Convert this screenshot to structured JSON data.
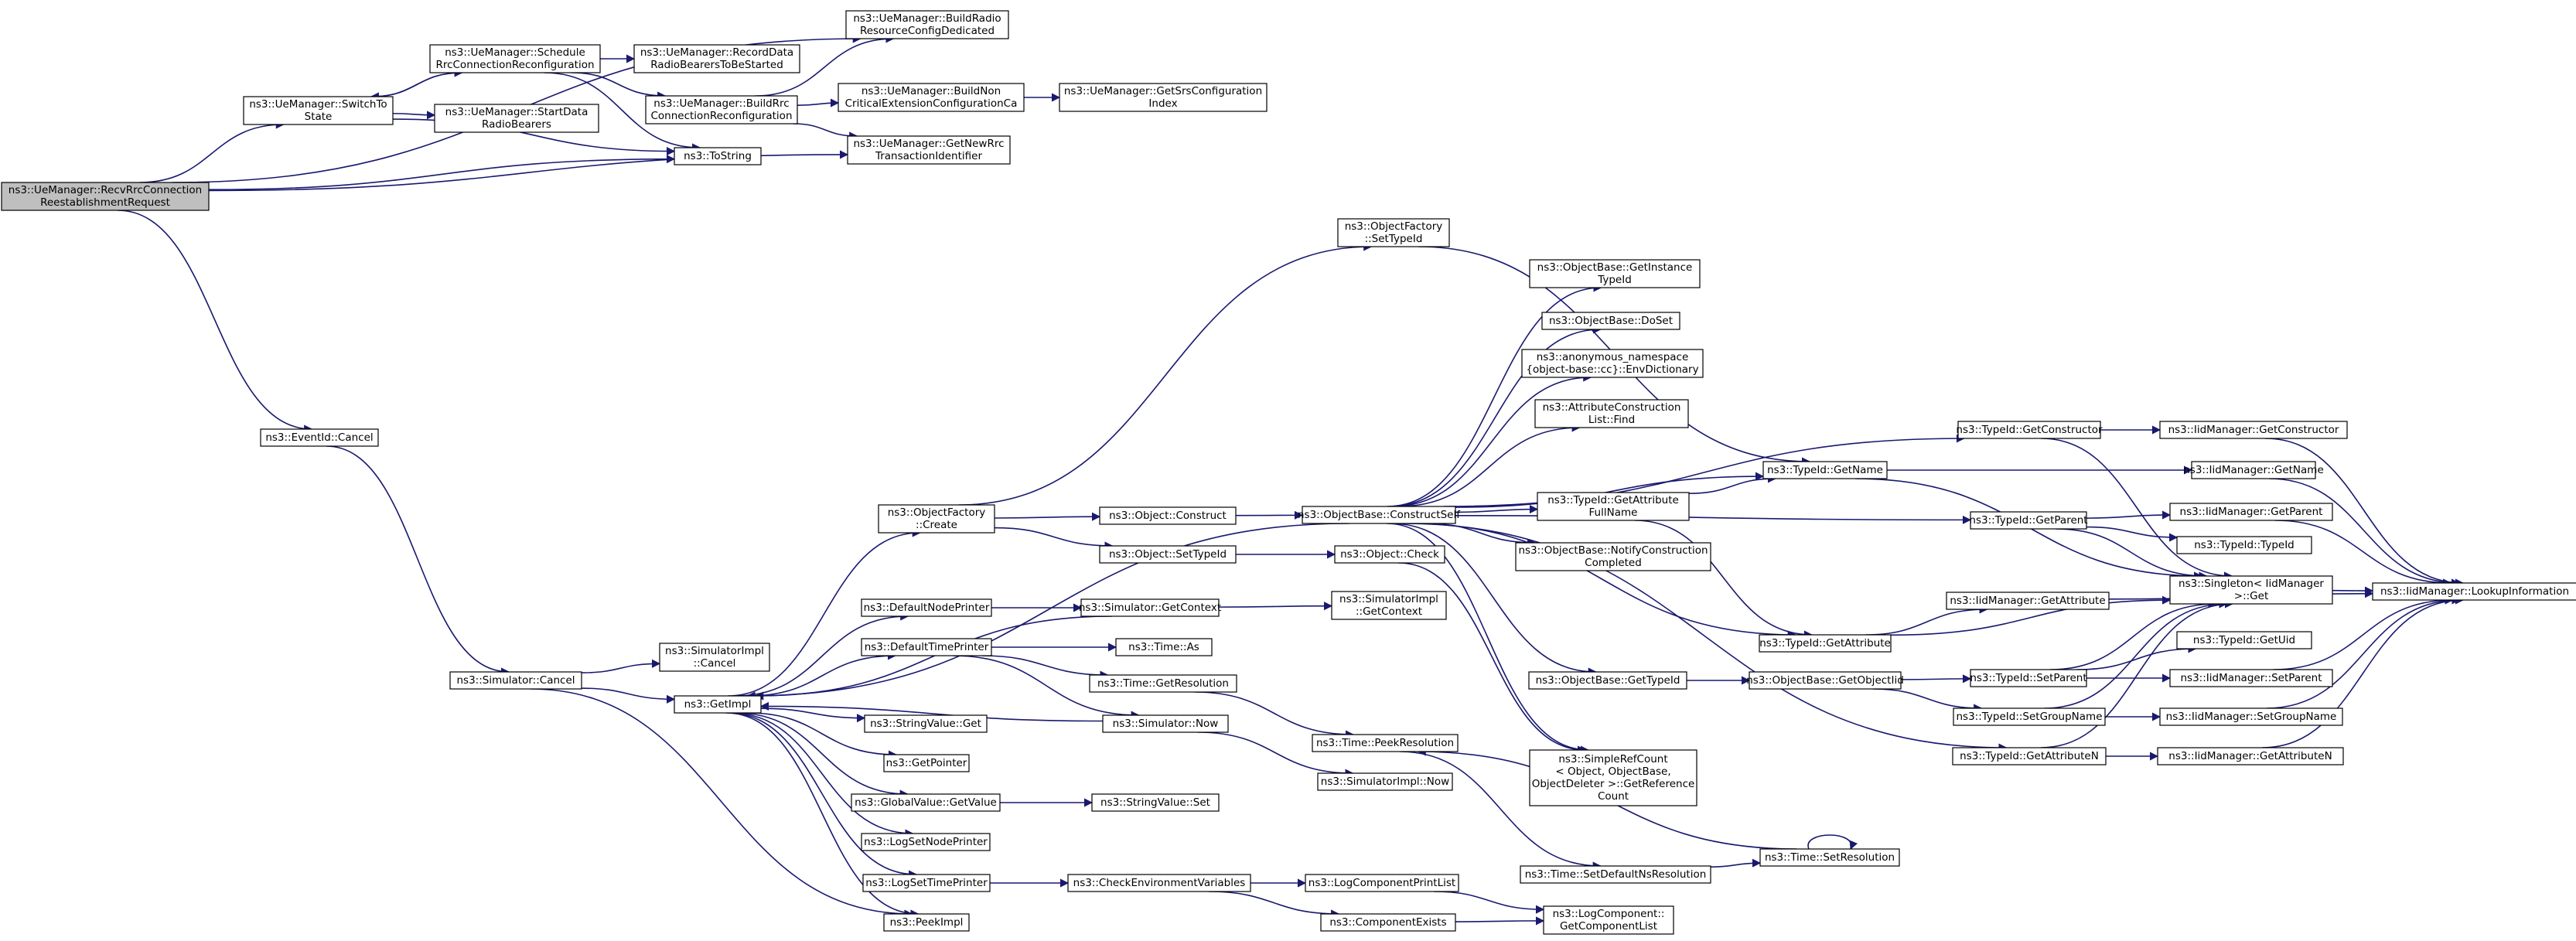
{
  "diagram": {
    "nodes": [
      {
        "id": "recv",
        "lines": [
          "ns3::UeManager::RecvRrcConnection",
          "ReestablishmentRequest"
        ],
        "root": true
      },
      {
        "id": "switch",
        "lines": [
          "ns3::UeManager::SwitchTo",
          "State"
        ]
      },
      {
        "id": "schedule",
        "lines": [
          "ns3::UeManager::Schedule",
          "RrcConnectionReconfiguration"
        ]
      },
      {
        "id": "recorddata",
        "lines": [
          "ns3::UeManager::RecordData",
          "RadioBearersToBeStarted"
        ]
      },
      {
        "id": "startdata",
        "lines": [
          "ns3::UeManager::StartData",
          "RadioBearers"
        ]
      },
      {
        "id": "buildradio",
        "lines": [
          "ns3::UeManager::BuildRadio",
          "ResourceConfigDedicated"
        ]
      },
      {
        "id": "buildrrc",
        "lines": [
          "ns3::UeManager::BuildRrc",
          "ConnectionReconfiguration"
        ]
      },
      {
        "id": "buildnon",
        "lines": [
          "ns3::UeManager::BuildNon",
          "CriticalExtensionConfigurationCa"
        ]
      },
      {
        "id": "getsrs",
        "lines": [
          "ns3::UeManager::GetSrsConfiguration",
          "Index"
        ]
      },
      {
        "id": "tostring",
        "lines": [
          "ns3::ToString"
        ]
      },
      {
        "id": "getnewrrc",
        "lines": [
          "ns3::UeManager::GetNewRrc",
          "TransactionIdentifier"
        ]
      },
      {
        "id": "eventcancel",
        "lines": [
          "ns3::EventId::Cancel"
        ]
      },
      {
        "id": "simcancel",
        "lines": [
          "ns3::Simulator::Cancel"
        ]
      },
      {
        "id": "simimplcancel",
        "lines": [
          "ns3::SimulatorImpl",
          "::Cancel"
        ]
      },
      {
        "id": "getimpl",
        "lines": [
          "ns3::GetImpl"
        ]
      },
      {
        "id": "objfactcreate",
        "lines": [
          "ns3::ObjectFactory",
          "::Create"
        ]
      },
      {
        "id": "objfactsettypeid",
        "lines": [
          "ns3::ObjectFactory",
          "::SetTypeId"
        ]
      },
      {
        "id": "objconstruct",
        "lines": [
          "ns3::Object::Construct"
        ]
      },
      {
        "id": "objsettypeid",
        "lines": [
          "ns3::Object::SetTypeId"
        ]
      },
      {
        "id": "objcheck",
        "lines": [
          "ns3::Object::Check"
        ]
      },
      {
        "id": "constructself",
        "lines": [
          "ns3::ObjectBase::ConstructSelf"
        ]
      },
      {
        "id": "getinstancetypeid",
        "lines": [
          "ns3::ObjectBase::GetInstance",
          "TypeId"
        ]
      },
      {
        "id": "doset",
        "lines": [
          "ns3::ObjectBase::DoSet"
        ]
      },
      {
        "id": "envdict",
        "lines": [
          "ns3::anonymous_namespace",
          "{object-base::cc}::EnvDictionary"
        ]
      },
      {
        "id": "attrfind",
        "lines": [
          "ns3::AttributeConstruction",
          "List::Find"
        ]
      },
      {
        "id": "getattrfullname",
        "lines": [
          "ns3::TypeId::GetAttribute",
          "FullName"
        ]
      },
      {
        "id": "notifyconstruction",
        "lines": [
          "ns3::ObjectBase::NotifyConstruction",
          "Completed"
        ]
      },
      {
        "id": "obgettypeid",
        "lines": [
          "ns3::ObjectBase::GetTypeId"
        ]
      },
      {
        "id": "simplerefcount",
        "lines": [
          "ns3::SimpleRefCount",
          "< Object, ObjectBase,",
          "ObjectDeleter >::GetReference",
          "Count"
        ]
      },
      {
        "id": "tidgetname",
        "lines": [
          "ns3::TypeId::GetName"
        ]
      },
      {
        "id": "tidgetattribute",
        "lines": [
          "ns3::TypeId::GetAttribute"
        ]
      },
      {
        "id": "getobjecttid",
        "lines": [
          "ns3::ObjectBase::GetObjectIid"
        ]
      },
      {
        "id": "tidgetconstructor",
        "lines": [
          "ns3::TypeId::GetConstructor"
        ]
      },
      {
        "id": "tidgetparent",
        "lines": [
          "ns3::TypeId::GetParent"
        ]
      },
      {
        "id": "tidsetparent",
        "lines": [
          "ns3::TypeId::SetParent"
        ]
      },
      {
        "id": "tidsetgroupname",
        "lines": [
          "ns3::TypeId::SetGroupName"
        ]
      },
      {
        "id": "tidgetattributen",
        "lines": [
          "ns3::TypeId::GetAttributeN"
        ]
      },
      {
        "id": "iidgetconstructor",
        "lines": [
          "ns3::IidManager::GetConstructor"
        ]
      },
      {
        "id": "iidgetname",
        "lines": [
          "ns3::IidManager::GetName"
        ]
      },
      {
        "id": "iidgetparent",
        "lines": [
          "ns3::IidManager::GetParent"
        ]
      },
      {
        "id": "tidtypeid",
        "lines": [
          "ns3::TypeId::TypeId"
        ]
      },
      {
        "id": "singleton",
        "lines": [
          "ns3::Singleton< IidManager",
          ">::Get"
        ]
      },
      {
        "id": "iidgetattribute",
        "lines": [
          "ns3::IidManager::GetAttribute"
        ]
      },
      {
        "id": "tidgetuid",
        "lines": [
          "ns3::TypeId::GetUid"
        ]
      },
      {
        "id": "iidsetparent",
        "lines": [
          "ns3::IidManager::SetParent"
        ]
      },
      {
        "id": "iidsetgroupname",
        "lines": [
          "ns3::IidManager::SetGroupName"
        ]
      },
      {
        "id": "iidgetattributen",
        "lines": [
          "ns3::IidManager::GetAttributeN"
        ]
      },
      {
        "id": "lookup",
        "lines": [
          "ns3::IidManager::LookupInformation"
        ]
      },
      {
        "id": "defnodeprinter",
        "lines": [
          "ns3::DefaultNodePrinter"
        ]
      },
      {
        "id": "simgetcontext",
        "lines": [
          "ns3::Simulator::GetContext"
        ]
      },
      {
        "id": "simimplgetcontext",
        "lines": [
          "ns3::SimulatorImpl",
          "::GetContext"
        ]
      },
      {
        "id": "deftimeprinter",
        "lines": [
          "ns3::DefaultTimePrinter"
        ]
      },
      {
        "id": "timeas",
        "lines": [
          "ns3::Time::As"
        ]
      },
      {
        "id": "timegetres",
        "lines": [
          "ns3::Time::GetResolution"
        ]
      },
      {
        "id": "simnow",
        "lines": [
          "ns3::Simulator::Now"
        ]
      },
      {
        "id": "stringvalueget",
        "lines": [
          "ns3::StringValue::Get"
        ]
      },
      {
        "id": "getpointer",
        "lines": [
          "ns3::GetPointer"
        ]
      },
      {
        "id": "globalvalueget",
        "lines": [
          "ns3::GlobalValue::GetValue"
        ]
      },
      {
        "id": "stringvalueset",
        "lines": [
          "ns3::StringValue::Set"
        ]
      },
      {
        "id": "logsetnodeprinter",
        "lines": [
          "ns3::LogSetNodePrinter"
        ]
      },
      {
        "id": "logsettimeprinter",
        "lines": [
          "ns3::LogSetTimePrinter"
        ]
      },
      {
        "id": "checkenv",
        "lines": [
          "ns3::CheckEnvironmentVariables"
        ]
      },
      {
        "id": "peekimpl",
        "lines": [
          "ns3::PeekImpl"
        ]
      },
      {
        "id": "timepeekres",
        "lines": [
          "ns3::Time::PeekResolution"
        ]
      },
      {
        "id": "simimplnow",
        "lines": [
          "ns3::SimulatorImpl::Now"
        ]
      },
      {
        "id": "timesetdefault",
        "lines": [
          "ns3::Time::SetDefaultNsResolution"
        ]
      },
      {
        "id": "timesetres",
        "lines": [
          "ns3::Time::SetResolution"
        ]
      },
      {
        "id": "logcompprint",
        "lines": [
          "ns3::LogComponentPrintList"
        ]
      },
      {
        "id": "compexists",
        "lines": [
          "ns3::ComponentExists"
        ]
      },
      {
        "id": "logcompget",
        "lines": [
          "ns3::LogComponent::",
          "GetComponentList"
        ]
      }
    ]
  }
}
